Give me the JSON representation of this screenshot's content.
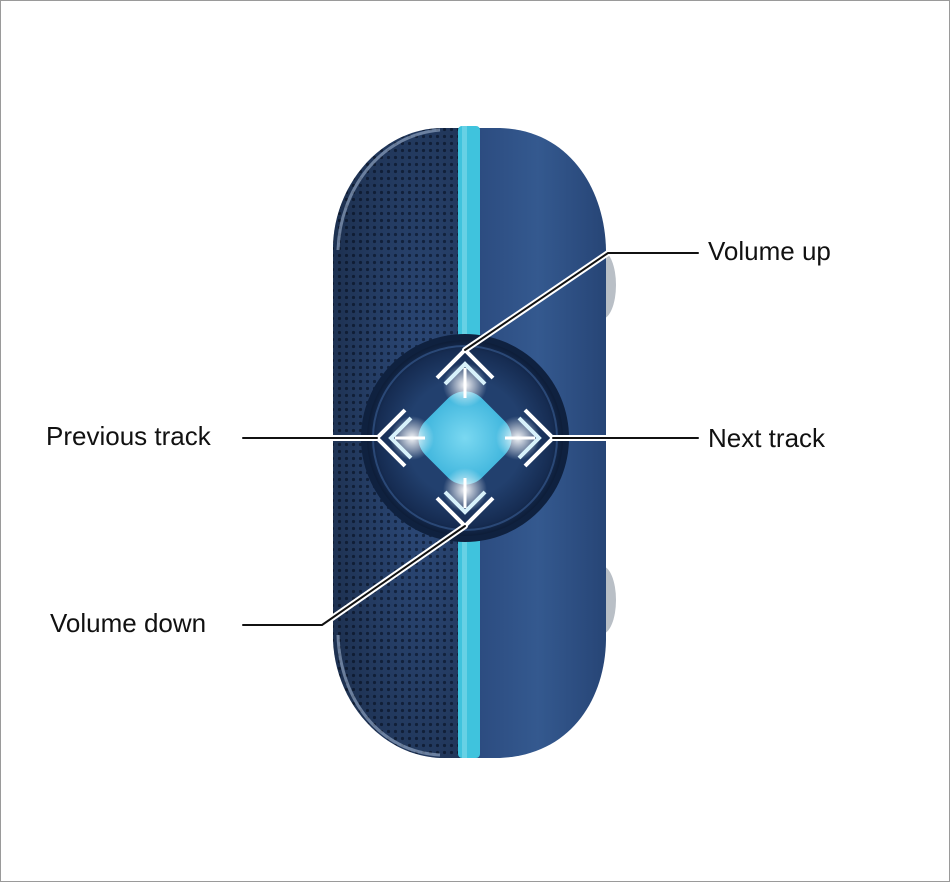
{
  "labels": {
    "volume_up": "Volume up",
    "next_track": "Next track",
    "previous_track": "Previous track",
    "volume_down": "Volume down"
  },
  "colors": {
    "body": "#2f5388",
    "body_dark": "#1f3a66",
    "grille": "#2a4775",
    "accent_stripe": "#3fc3dd",
    "button_center": "#54c8e8",
    "background": "#ffffff"
  },
  "icons": [
    "up-arrow-icon",
    "down-arrow-icon",
    "left-arrow-icon",
    "right-arrow-icon"
  ]
}
